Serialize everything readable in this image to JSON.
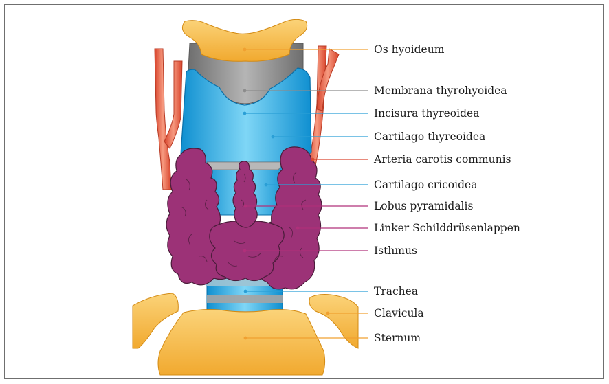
{
  "colors": {
    "bone": "#f4b23f",
    "bone_light": "#fbd06e",
    "membrane": "#8a8a8a",
    "cartilage": "#1aa9e6",
    "cartilage_light": "#8fdbf7",
    "gland": "#9c3277",
    "gland_dark": "#4a1c3a",
    "artery": "#e8543a",
    "line_orange": "#f0a030",
    "line_gray": "#8c8c8c",
    "line_blue": "#2a9fd6",
    "line_red": "#d9452e",
    "line_purple": "#b0307a"
  },
  "labels": [
    {
      "id": "os-hyoideum",
      "text": "Os hyoideum"
    },
    {
      "id": "membrana-thyrohyoidea",
      "text": "Membrana thyrohyoidea"
    },
    {
      "id": "incisura-thyreoidea",
      "text": "Incisura thyreoidea"
    },
    {
      "id": "cartilago-thyreoidea",
      "text": "Cartilago thyreoidea"
    },
    {
      "id": "arteria-carotis-communis",
      "text": "Arteria carotis communis"
    },
    {
      "id": "cartilago-cricoidea",
      "text": "Cartilago cricoidea"
    },
    {
      "id": "lobus-pyramidalis",
      "text": "Lobus pyramidalis"
    },
    {
      "id": "linker-schilddruesenlappen",
      "text": "Linker Schilddrüsenlappen"
    },
    {
      "id": "isthmus",
      "text": "Isthmus"
    },
    {
      "id": "trachea",
      "text": "Trachea"
    },
    {
      "id": "clavicula",
      "text": "Clavicula"
    },
    {
      "id": "sternum",
      "text": "Sternum"
    }
  ]
}
